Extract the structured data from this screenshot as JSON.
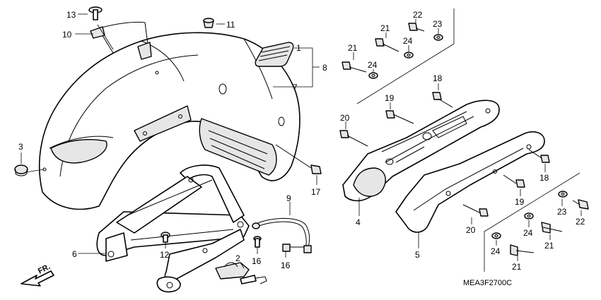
{
  "diagram": {
    "code": "MEA3F2700C",
    "direction_label": "FR.",
    "callouts": {
      "c1": "1",
      "c2": "2",
      "c3": "3",
      "c4": "4",
      "c5": "5",
      "c6": "6",
      "c7": "7",
      "c8": "8",
      "c9": "9",
      "c10": "10",
      "c11": "11",
      "c12": "12",
      "c13": "13",
      "c16a": "16",
      "c16b": "16",
      "c17": "17",
      "c18a": "18",
      "c18b": "18",
      "c19a": "19",
      "c19b": "19",
      "c20a": "20",
      "c20b": "20",
      "c21a": "21",
      "c21b": "21",
      "c21c": "21",
      "c21d": "21",
      "c22a": "22",
      "c22b": "22",
      "c23a": "23",
      "c23b": "23",
      "c24a": "24",
      "c24b": "24",
      "c24c": "24",
      "c24d": "24"
    }
  }
}
